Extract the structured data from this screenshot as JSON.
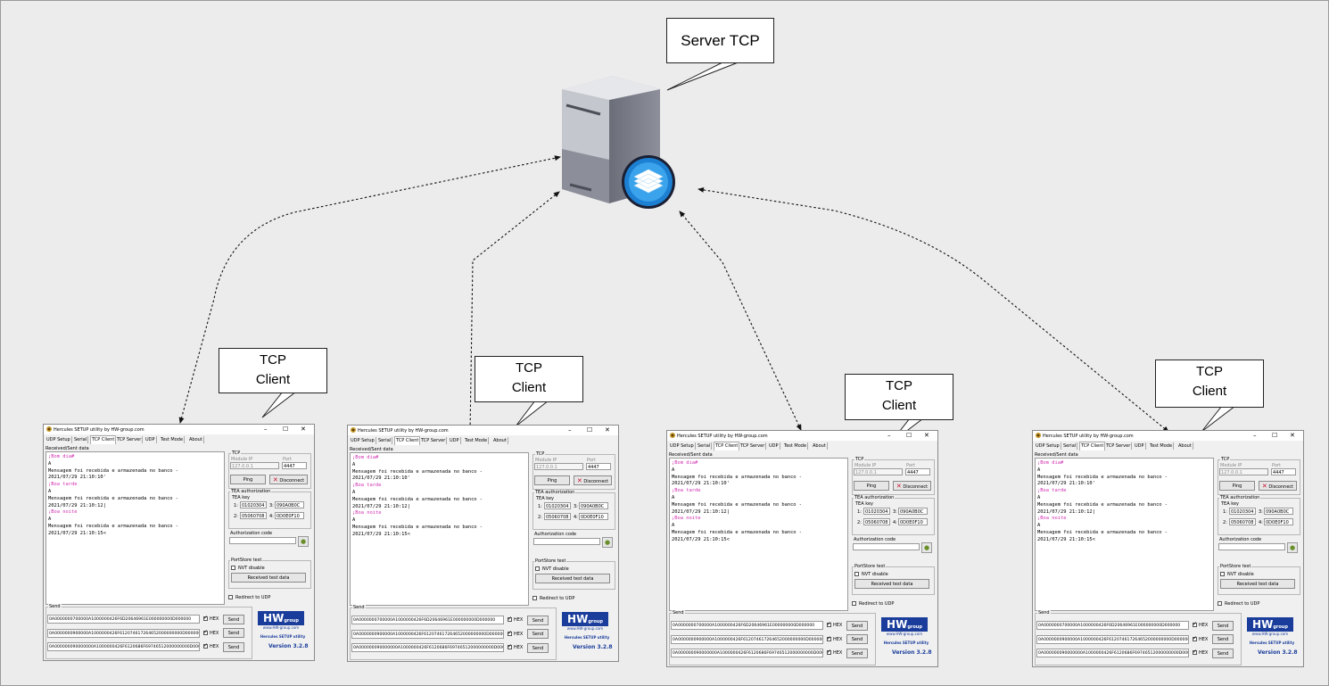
{
  "server": {
    "label": "Server TCP"
  },
  "client_label": "TCP\nClient",
  "hercules": {
    "title": "Hercules SETUP utility by HW-group.com",
    "tabs": [
      "UDP Setup",
      "Serial",
      "TCP Client",
      "TCP Server",
      "UDP",
      "Test Mode",
      "About"
    ],
    "active_tab": "TCP Client",
    "received_label": "Received/Sent data",
    "log_lines": [
      {
        "text": "¡Bom dia#",
        "pink": true
      },
      {
        "text": "A",
        "pink": false
      },
      {
        "text": "Mensagem foi recebida e armazenada no banco -",
        "pink": false
      },
      {
        "text": "2021/07/29 21:10:10'",
        "pink": false
      },
      {
        "text": "¡Boa tarde",
        "pink": true
      },
      {
        "text": "A",
        "pink": false
      },
      {
        "text": "Mensagem foi recebida e armazenada no banco -",
        "pink": false
      },
      {
        "text": "2021/07/29 21:10:12|",
        "pink": false
      },
      {
        "text": "¡Boa noite",
        "pink": true
      },
      {
        "text": "A",
        "pink": false
      },
      {
        "text": "Mensagem foi recebida e armazenada no banco -",
        "pink": false
      },
      {
        "text": "2021/07/29 21:10:15<",
        "pink": false
      }
    ],
    "tcp_group": "TCP",
    "module_ip_label": "Module IP",
    "module_ip": "127.0.0.1",
    "port_label": "Port",
    "port": "4447",
    "ping": "Ping",
    "disconnect": "Disconnect",
    "tea_auth": "TEA authorization",
    "tea_key": "TEA key",
    "key1_n": "1:",
    "key1": "01020304",
    "key2_n": "2:",
    "key2": "05060708",
    "key3_n": "3:",
    "key3": "090A0B0C",
    "key4_n": "4:",
    "key4": "0D0E0F10",
    "auth_code": "Authorization code",
    "portstore": "PortStore test",
    "nvt_disable": "NVT disable",
    "received_test": "Received test data",
    "redirect_udp": "Redirect to UDP",
    "send_group": "Send",
    "send_rows": [
      "0A0000000700000A1000000426F6D20646961E000000000D000000",
      "0A0000000900000A1000000426F612074617264652000000000D00000000",
      "0A000000090000000A1000000426F6120686F69746512000000000D00000000"
    ],
    "hex": "HEX",
    "send": "Send",
    "logo": {
      "hw": "HW",
      "group": "group",
      "url": "www.HW-group.com",
      "name": "Hercules SETUP utility",
      "version": "Version  3.2.8"
    }
  },
  "colors": {
    "window_bg": "#f0f0f0",
    "pink": "#d02fb0",
    "logo_blue": "#1a3d9c"
  },
  "icons": [
    "server-icon",
    "database-badge-icon",
    "hercules-app-icon",
    "close-x-icon"
  ]
}
